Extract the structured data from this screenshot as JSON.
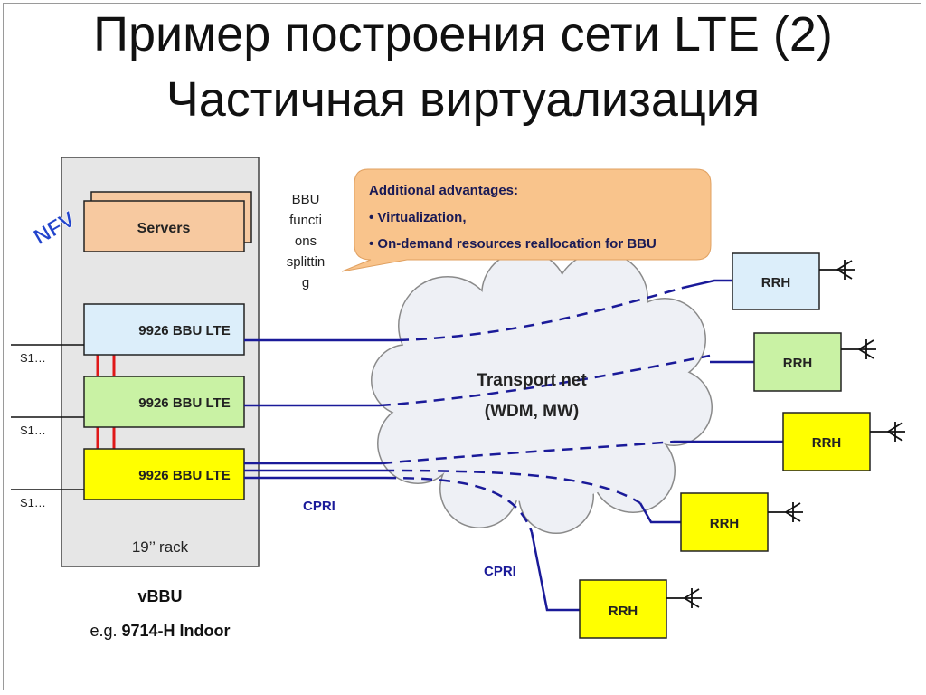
{
  "title_line1": "Пример построения сети LTE (2)",
  "title_line2": "Частичная виртуализация",
  "nfv_label": "NFV",
  "servers_label": "Servers",
  "bbu_label": "9926 BBU LTE",
  "s1_label": "S1…",
  "rack_label": "19’’ rack",
  "vbbu_label": "vBBU",
  "vbbu_example_prefix": "e.g. ",
  "vbbu_example_model": "9714-H Indoor",
  "splitting_lines": [
    "BBU",
    "functi",
    "ons",
    "splittin",
    "g"
  ],
  "callout": {
    "heading": "Additional advantages:",
    "items": [
      "• Virtualization,",
      "• On-demand resources reallocation for BBU"
    ]
  },
  "cloud_line1": "Transport net",
  "cloud_line2": "(WDM, MW)",
  "cpri_label": "CPRI",
  "rrh_label": "RRH",
  "colors": {
    "line_blue": "#1a1a99",
    "servers_fill": "#f7c9a0",
    "bbu_blue": "#dceefa",
    "bbu_green": "#c9f2a4",
    "bbu_yellow": "#ffff00",
    "nfv_blue": "#2244cc",
    "link_red": "#e01818",
    "callout_fill": "#f9c48c"
  }
}
